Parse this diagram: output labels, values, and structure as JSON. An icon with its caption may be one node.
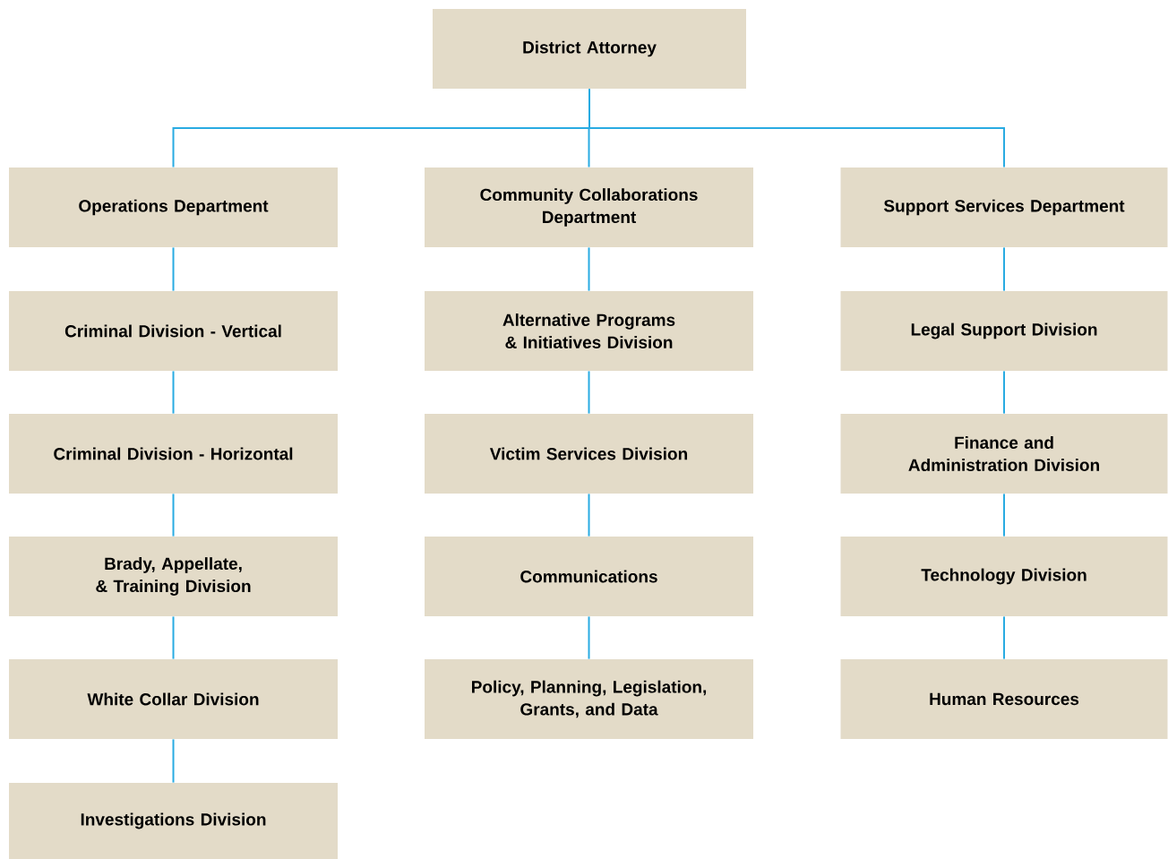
{
  "diagram": {
    "nodes": [
      {
        "text": [
          "District Attorney"
        ]
      },
      {
        "text": [
          "Operations Department"
        ]
      },
      {
        "text": [
          "Community Collaborations Department"
        ]
      },
      {
        "text": [
          "Support Services Department"
        ]
      },
      {
        "text": [
          "Criminal Division - Vertical"
        ]
      },
      {
        "text": [
          "Criminal Division - Horizontal"
        ]
      },
      {
        "text": [
          "Brady, Appellate, & Training Division"
        ]
      },
      {
        "text": [
          "White Collar Division"
        ]
      },
      {
        "text": [
          "Investigations Division"
        ]
      },
      {
        "text": [
          "Alternative Programs & Initiatives Division"
        ]
      },
      {
        "text": [
          "Victim Services Division"
        ]
      },
      {
        "text": [
          "Communications"
        ]
      },
      {
        "text": [
          "Policy, Planning, Legislation, Grants, and Data"
        ]
      },
      {
        "text": [
          "Legal Support Division"
        ]
      },
      {
        "text": [
          "Finance and Administration Division"
        ]
      },
      {
        "text": [
          "Technology Division"
        ]
      },
      {
        "text": [
          "Human Resources"
        ]
      }
    ],
    "edges": [
      {
        "from": 0,
        "to": 1,
        "arrow": "none"
      },
      {
        "from": 0,
        "to": 2,
        "arrow": "none"
      },
      {
        "from": 0,
        "to": 3,
        "arrow": "none"
      },
      {
        "from": 1,
        "to": 4,
        "arrow": "none"
      },
      {
        "from": 4,
        "to": 5,
        "arrow": "none"
      },
      {
        "from": 5,
        "to": 6,
        "arrow": "none"
      },
      {
        "from": 6,
        "to": 7,
        "arrow": "none"
      },
      {
        "from": 7,
        "to": 8,
        "arrow": "none"
      },
      {
        "from": 2,
        "to": 9,
        "arrow": "none"
      },
      {
        "from": 9,
        "to": 10,
        "arrow": "none"
      },
      {
        "from": 10,
        "to": 11,
        "arrow": "none"
      },
      {
        "from": 11,
        "to": 12,
        "arrow": "none"
      },
      {
        "from": 3,
        "to": 13,
        "arrow": "none"
      },
      {
        "from": 13,
        "to": 14,
        "arrow": "none"
      },
      {
        "from": 14,
        "to": 15,
        "arrow": "none"
      },
      {
        "from": 15,
        "to": 16,
        "arrow": "none"
      }
    ]
  }
}
